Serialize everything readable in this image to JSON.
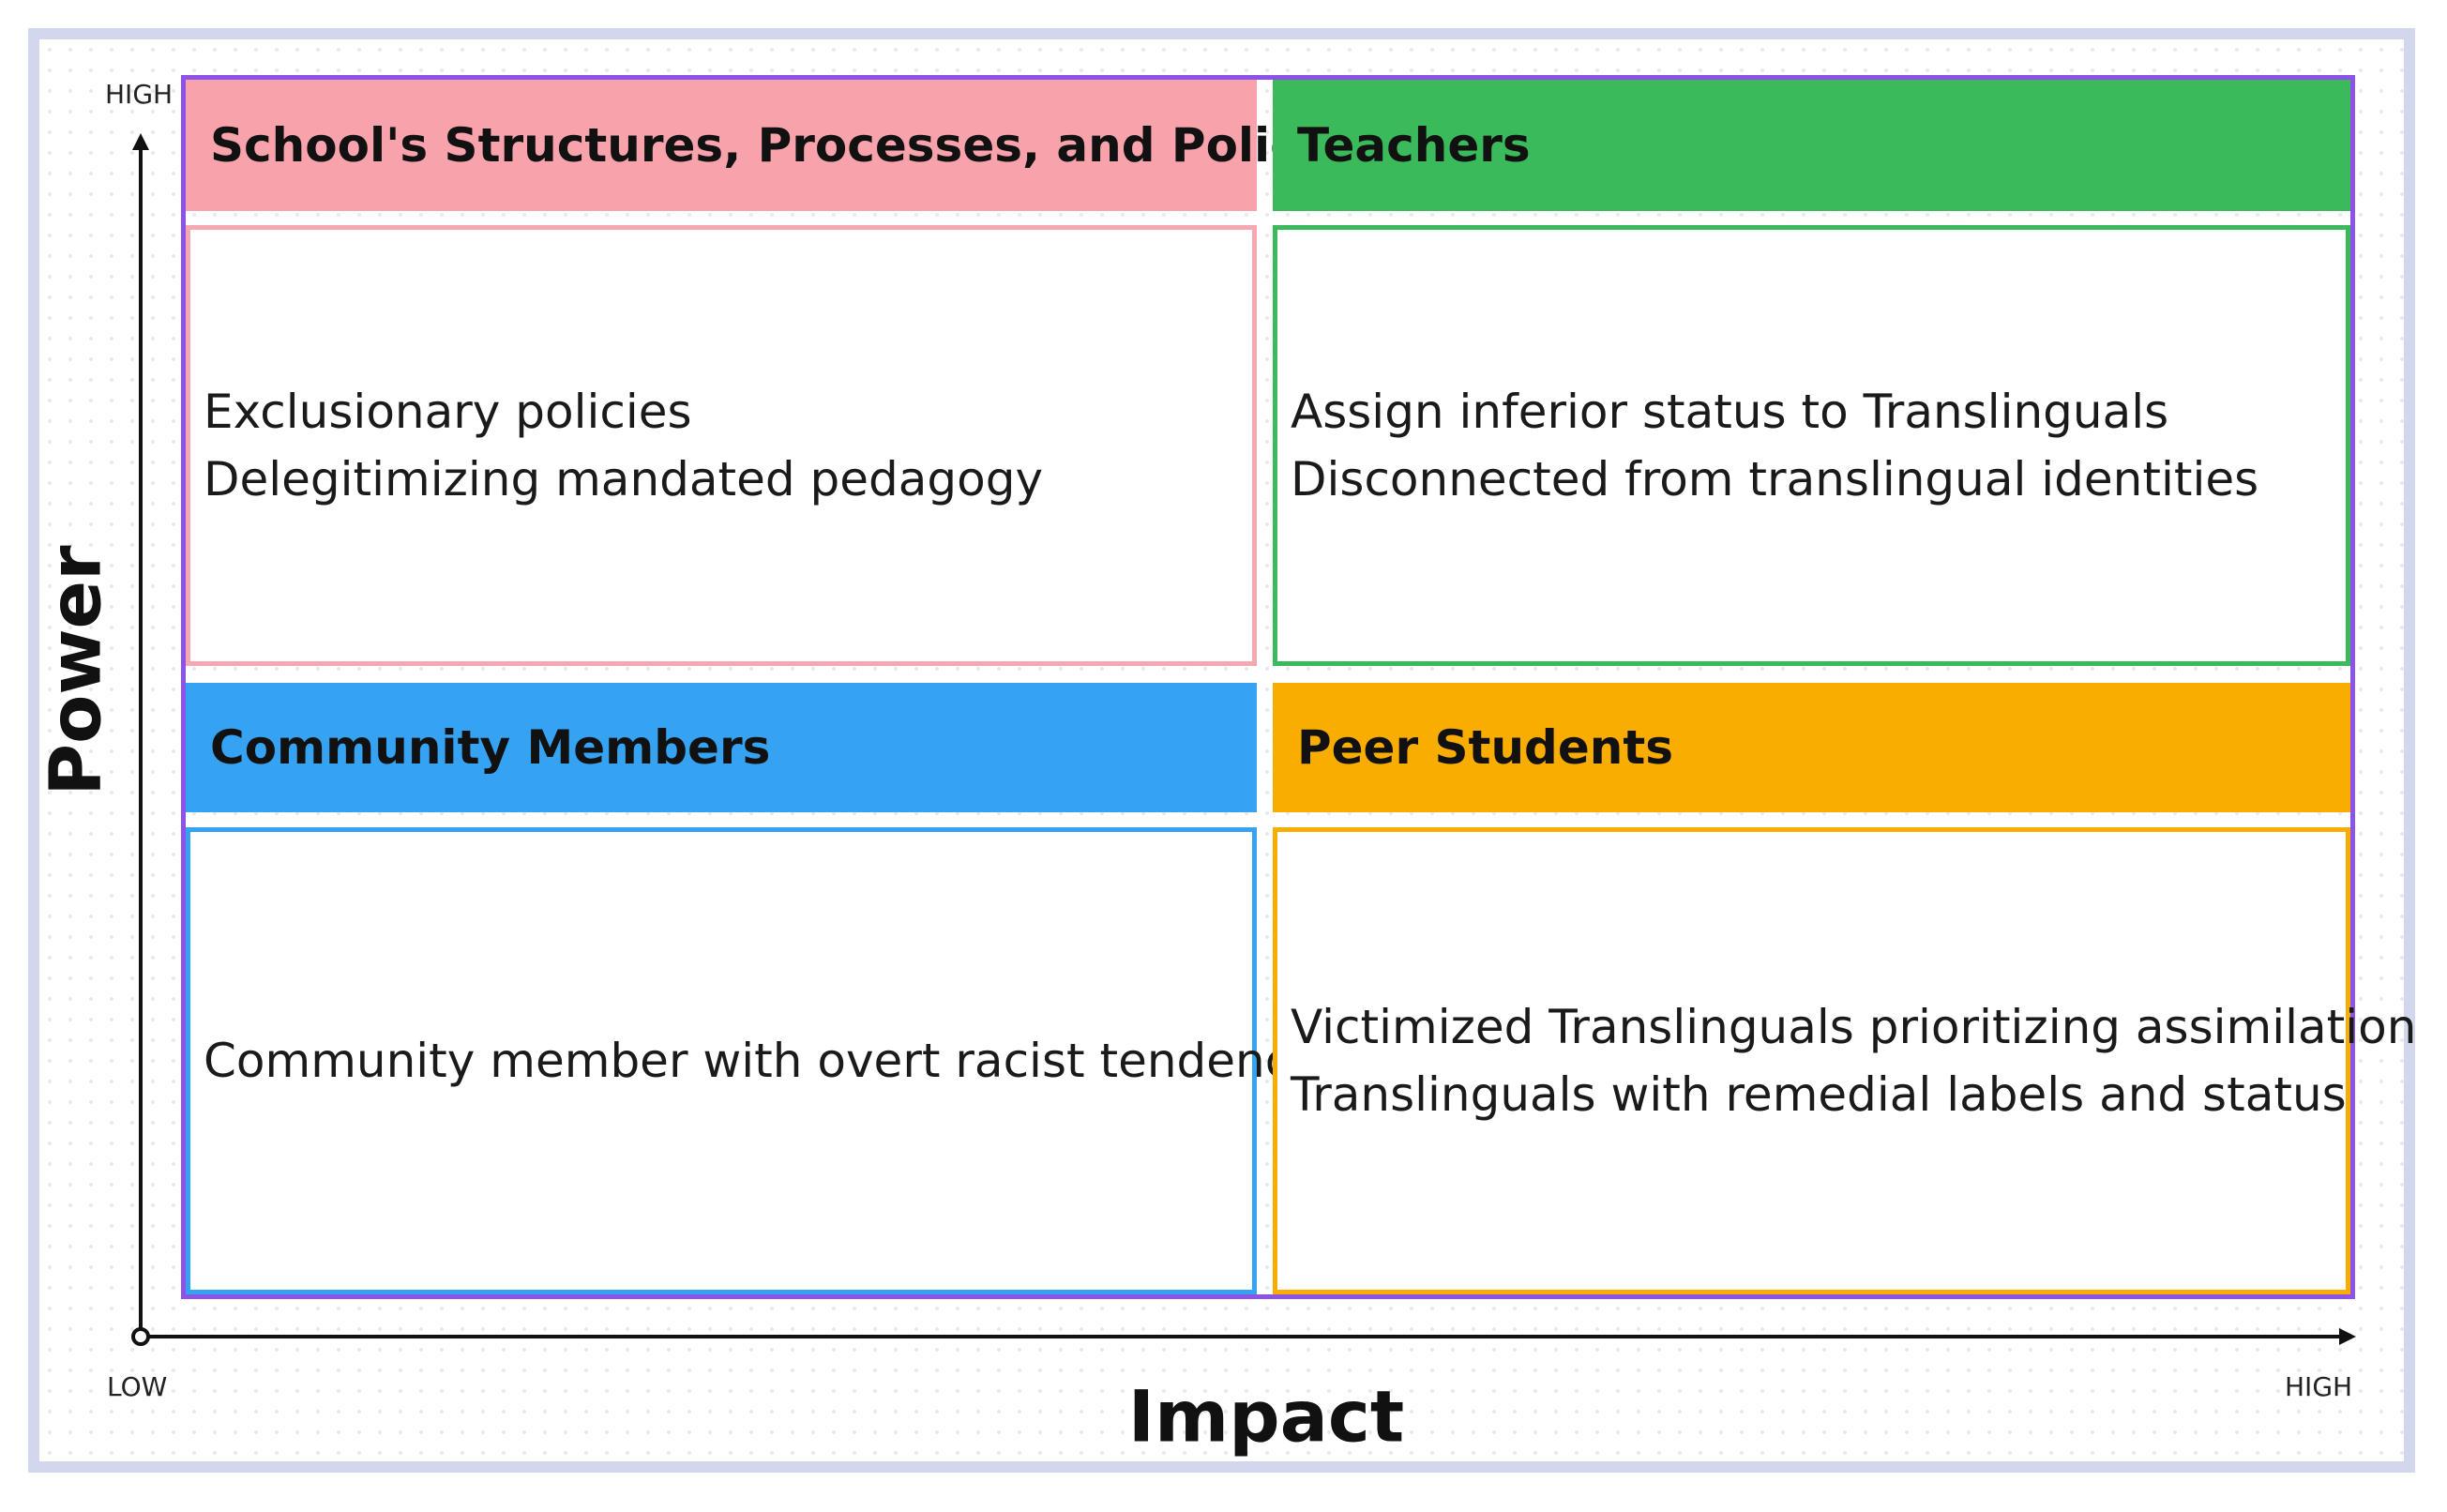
{
  "axes": {
    "y_title": "Power",
    "x_title": "Impact",
    "y_high": "HIGH",
    "x_low": "LOW",
    "x_high": "HIGH"
  },
  "quadrants": {
    "top_left": {
      "title": "School's Structures, Processes, and Policies",
      "color": "#f8a3ab",
      "border": "#f6a8b0",
      "items": [
        "Exclusionary policies",
        "Delegitimizing mandated pedagogy"
      ]
    },
    "top_right": {
      "title": "Teachers",
      "color": "#3aba5a",
      "border": "#3aba5a",
      "items": [
        "Assign inferior status to Translinguals",
        "Disconnected from translingual identities"
      ]
    },
    "bottom_left": {
      "title": "Community Members",
      "color": "#35a3f2",
      "border": "#35a3f2",
      "items": [
        "Community member with overt racist tendencies"
      ]
    },
    "bottom_right": {
      "title": "Peer Students",
      "color": "#f9ad00",
      "border": "#f9ad00",
      "items": [
        "Victimized Translinguals prioritizing assimilation",
        "Translinguals with remedial labels and status"
      ]
    }
  }
}
